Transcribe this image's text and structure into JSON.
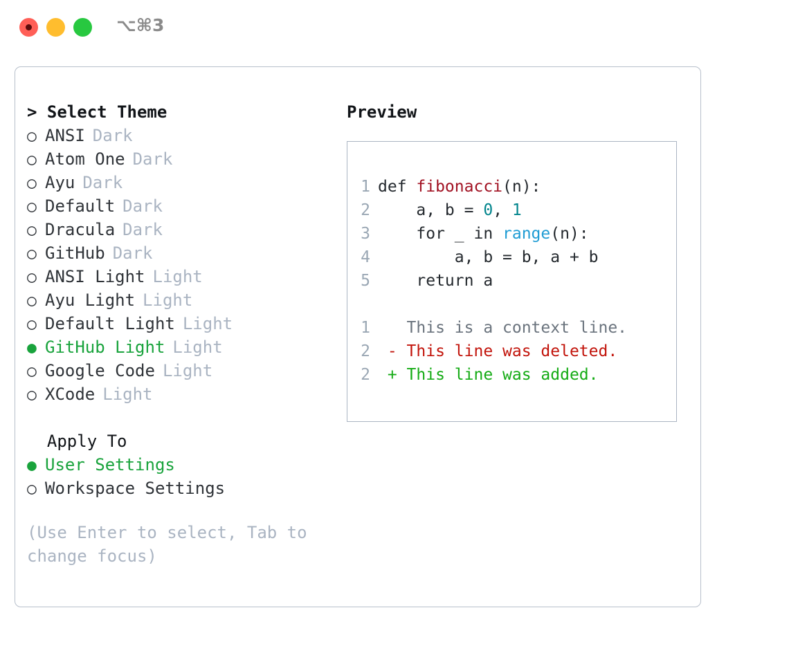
{
  "titlebar": {
    "shortcut": "⌥⌘3",
    "buttons": [
      {
        "name": "close",
        "color": "#ff5f57"
      },
      {
        "name": "minimize",
        "color": "#ffbd2e"
      },
      {
        "name": "maximize",
        "color": "#28c840"
      }
    ]
  },
  "theme_section": {
    "header": "> Select Theme",
    "focused": true,
    "options": [
      {
        "bullet": "○",
        "label": "ANSI",
        "tag": "Dark",
        "selected": false
      },
      {
        "bullet": "○",
        "label": "Atom One",
        "tag": "Dark",
        "selected": false
      },
      {
        "bullet": "○",
        "label": "Ayu",
        "tag": "Dark",
        "selected": false
      },
      {
        "bullet": "○",
        "label": "Default",
        "tag": "Dark",
        "selected": false
      },
      {
        "bullet": "○",
        "label": "Dracula",
        "tag": "Dark",
        "selected": false
      },
      {
        "bullet": "○",
        "label": "GitHub",
        "tag": "Dark",
        "selected": false
      },
      {
        "bullet": "○",
        "label": "ANSI Light",
        "tag": "Light",
        "selected": false
      },
      {
        "bullet": "○",
        "label": "Ayu Light",
        "tag": "Light",
        "selected": false
      },
      {
        "bullet": "○",
        "label": "Default Light",
        "tag": "Light",
        "selected": false
      },
      {
        "bullet": "●",
        "label": "GitHub Light",
        "tag": "Light",
        "selected": true
      },
      {
        "bullet": "○",
        "label": "Google Code",
        "tag": "Light",
        "selected": false
      },
      {
        "bullet": "○",
        "label": "XCode",
        "tag": "Light",
        "selected": false
      }
    ]
  },
  "apply_section": {
    "header": "  Apply To",
    "focused": false,
    "options": [
      {
        "bullet": "●",
        "label": "User Settings",
        "tag": "",
        "selected": true
      },
      {
        "bullet": "○",
        "label": "Workspace Settings",
        "tag": "",
        "selected": false
      }
    ]
  },
  "hint": "(Use Enter to select, Tab to change focus)",
  "preview": {
    "title": "Preview",
    "code_lines": [
      {
        "num": "1",
        "tokens": [
          {
            "t": "def ",
            "c": "plain"
          },
          {
            "t": "fibonacci",
            "c": "fn"
          },
          {
            "t": "(n):",
            "c": "plain"
          }
        ]
      },
      {
        "num": "2",
        "tokens": [
          {
            "t": "    a, b = ",
            "c": "plain"
          },
          {
            "t": "0",
            "c": "num"
          },
          {
            "t": ", ",
            "c": "plain"
          },
          {
            "t": "1",
            "c": "num"
          }
        ]
      },
      {
        "num": "3",
        "tokens": [
          {
            "t": "    for _ in ",
            "c": "plain"
          },
          {
            "t": "range",
            "c": "call"
          },
          {
            "t": "(n):",
            "c": "plain"
          }
        ]
      },
      {
        "num": "4",
        "tokens": [
          {
            "t": "        a, b = b, a + b",
            "c": "plain"
          }
        ]
      },
      {
        "num": "5",
        "tokens": [
          {
            "t": "    return a",
            "c": "plain"
          }
        ]
      }
    ],
    "diff_lines": [
      {
        "num": "1",
        "marker": " ",
        "text": " This is a context line.",
        "kind": "ctx"
      },
      {
        "num": "2",
        "marker": "-",
        "text": " This line was deleted.",
        "kind": "del"
      },
      {
        "num": "2",
        "marker": "+",
        "text": " This line was added.",
        "kind": "add"
      }
    ]
  },
  "colors": {
    "accent_green": "#19a33c",
    "muted": "#aab4c2",
    "diff_add": "#14ab14",
    "diff_del": "#c2140b",
    "syntax_function": "#a11122",
    "syntax_number": "#00848c",
    "syntax_call": "#1f9cd4",
    "panel_border": "#b7bfcb"
  }
}
